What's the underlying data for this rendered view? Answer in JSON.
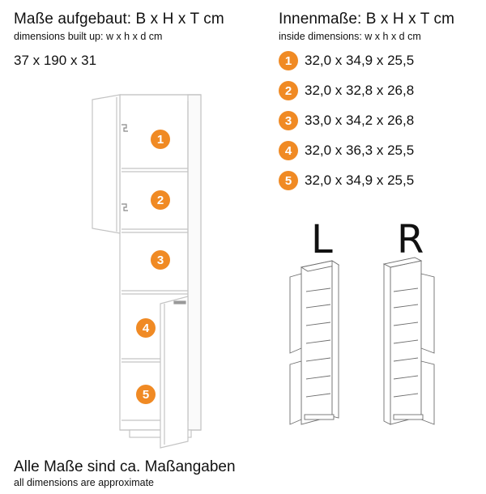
{
  "left": {
    "heading": "Maße aufgebaut: B x H x T cm",
    "subheading": "dimensions built up: w x h x d cm",
    "dimensions": "37 x 190 x 31"
  },
  "right": {
    "heading": "Innenmaße: B x H x T cm",
    "subheading": "inside dimensions: w x h x d cm",
    "items": [
      {
        "number": "1",
        "value": "32,0 x 34,9 x 25,5"
      },
      {
        "number": "2",
        "value": "32,0 x 32,8 x 26,8"
      },
      {
        "number": "3",
        "value": "33,0 x 34,2 x 26,8"
      },
      {
        "number": "4",
        "value": "32,0 x 36,3 x 25,5"
      },
      {
        "number": "5",
        "value": "32,0 x 34,9 x 25,5"
      }
    ]
  },
  "variants": {
    "left_label": "L",
    "right_label": "R"
  },
  "cabinet_labels": [
    "1",
    "2",
    "3",
    "4",
    "5"
  ],
  "footer": {
    "title": "Alle Maße sind ca. Maßangaben",
    "subtitle": "all dimensions are approximate"
  },
  "colors": {
    "accent": "#f08a24",
    "line": "#b8b8b8"
  }
}
